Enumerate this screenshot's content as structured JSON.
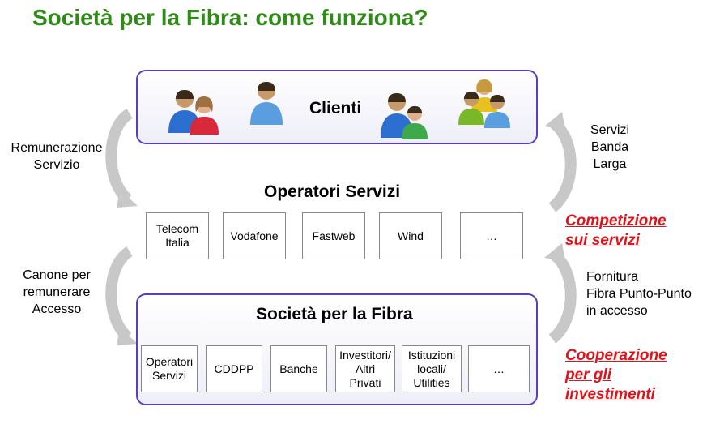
{
  "title": "Società per la Fibra: come funziona?",
  "clients": {
    "label": "Clienti"
  },
  "operators": {
    "label": "Operatori Servizi",
    "items": [
      "Telecom\nItalia",
      "Vodafone",
      "Fastweb",
      "Wind",
      "…"
    ]
  },
  "fiber_company": {
    "label": "Società per la Fibra",
    "items": [
      "Operatori\nServizi",
      "CDDPP",
      "Banche",
      "Investitori/\nAltri\nPrivati",
      "Istituzioni\nlocali/\nUtilities",
      "…"
    ]
  },
  "left_labels": {
    "top": "Remunerazione\nServizio",
    "bottom": "Canone per\nremunerare\nAccesso"
  },
  "right_labels": {
    "top": "Servizi\nBanda\nLarga",
    "bottom": "Fornitura\nFibra Punto-Punto\nin accesso"
  },
  "red_labels": {
    "competition": "Competizione\nsui servizi",
    "cooperation": "Cooperazione\nper gli\ninvestimenti"
  },
  "colors": {
    "title": "#2e8b16",
    "border": "#5b3cc4",
    "red": "#e0131a",
    "arrow": "#c8c8c8"
  },
  "icons": [
    "people-couple-icon",
    "person-icon",
    "people-pair-icon",
    "people-group-icon"
  ]
}
